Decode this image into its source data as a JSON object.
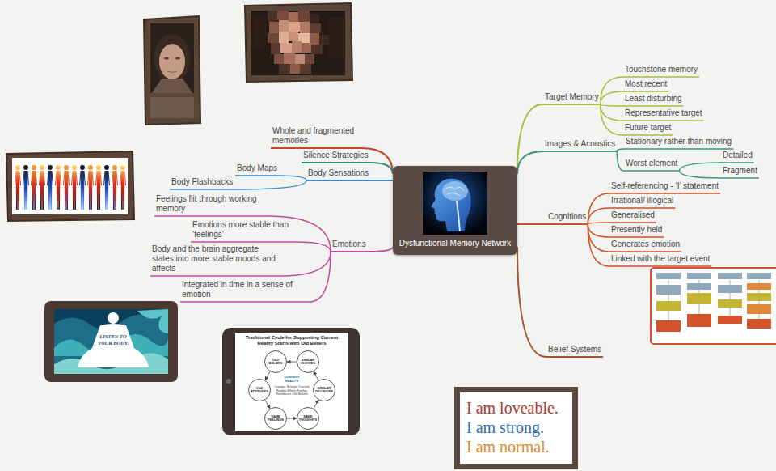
{
  "diagram": {
    "nodes": [
      {
        "text": [
          "Dysfunctional Memory Network"
        ]
      },
      {
        "text": [
          "Target Memory"
        ]
      },
      {
        "text": [
          "Touchstone memory"
        ]
      },
      {
        "text": [
          "Most recent"
        ]
      },
      {
        "text": [
          "Least disturbing"
        ]
      },
      {
        "text": [
          "Representative target"
        ]
      },
      {
        "text": [
          "Future target"
        ]
      },
      {
        "text": [
          "Images & Acoustics"
        ]
      },
      {
        "text": [
          "Stationary rather than moving"
        ]
      },
      {
        "text": [
          "Worst element"
        ]
      },
      {
        "text": [
          "Detailed"
        ]
      },
      {
        "text": [
          "Fragment"
        ]
      },
      {
        "text": [
          "Cognitions"
        ]
      },
      {
        "text": [
          "Self-referencing - ‘I’ statement"
        ]
      },
      {
        "text": [
          "Irrational/ illogical"
        ]
      },
      {
        "text": [
          "Generalised"
        ]
      },
      {
        "text": [
          "Presently held"
        ]
      },
      {
        "text": [
          "Generates emotion"
        ]
      },
      {
        "text": [
          "Linked with the target event"
        ]
      },
      {
        "text": [
          "Belief Systems"
        ]
      },
      {
        "text": [
          "Whole and fragmented memories"
        ]
      },
      {
        "text": [
          "Silence Strategies"
        ]
      },
      {
        "text": [
          "Body Sensations"
        ]
      },
      {
        "text": [
          "Body Maps"
        ]
      },
      {
        "text": [
          "Body Flashbacks"
        ]
      },
      {
        "text": [
          "Emotions"
        ]
      },
      {
        "text": [
          "Feelings flit through working memory"
        ]
      },
      {
        "text": [
          "Emotions more stable than ‘feelings’"
        ]
      },
      {
        "text": [
          "Body and the brain aggregate states into more stable moods and affects"
        ]
      },
      {
        "text": [
          "Integrated in time in a sense of emotion"
        ]
      },
      {
        "text": [
          "OLD BELIEFS"
        ]
      },
      {
        "text": [
          "OLD ATTITUDES"
        ]
      },
      {
        "text": [
          "SAME FEELINGS"
        ]
      },
      {
        "text": [
          "SAME THOUGHTS"
        ]
      },
      {
        "text": [
          "SIMILAR DECISIONS"
        ]
      },
      {
        "text": [
          "SIMILAR CHOICES"
        ]
      },
      {
        "text": [
          "I am loveable.",
          "I am strong.",
          "I am normal."
        ]
      }
    ],
    "edges": [
      {
        "from": 0,
        "to": 1,
        "arrow": "none"
      },
      {
        "from": 1,
        "to": 2,
        "arrow": "none"
      },
      {
        "from": 1,
        "to": 3,
        "arrow": "none"
      },
      {
        "from": 1,
        "to": 4,
        "arrow": "none"
      },
      {
        "from": 1,
        "to": 5,
        "arrow": "none"
      },
      {
        "from": 1,
        "to": 6,
        "arrow": "none"
      },
      {
        "from": 0,
        "to": 7,
        "arrow": "none"
      },
      {
        "from": 7,
        "to": 8,
        "arrow": "none"
      },
      {
        "from": 7,
        "to": 9,
        "arrow": "none"
      },
      {
        "from": 9,
        "to": 10,
        "arrow": "none"
      },
      {
        "from": 9,
        "to": 11,
        "arrow": "none"
      },
      {
        "from": 0,
        "to": 12,
        "arrow": "none"
      },
      {
        "from": 12,
        "to": 13,
        "arrow": "none"
      },
      {
        "from": 12,
        "to": 14,
        "arrow": "none"
      },
      {
        "from": 12,
        "to": 15,
        "arrow": "none"
      },
      {
        "from": 12,
        "to": 16,
        "arrow": "none"
      },
      {
        "from": 12,
        "to": 17,
        "arrow": "none"
      },
      {
        "from": 12,
        "to": 18,
        "arrow": "none"
      },
      {
        "from": 0,
        "to": 19,
        "arrow": "none"
      },
      {
        "from": 0,
        "to": 20,
        "arrow": "none"
      },
      {
        "from": 0,
        "to": 21,
        "arrow": "none"
      },
      {
        "from": 0,
        "to": 22,
        "arrow": "none"
      },
      {
        "from": 22,
        "to": 23,
        "arrow": "none"
      },
      {
        "from": 22,
        "to": 24,
        "arrow": "none"
      },
      {
        "from": 0,
        "to": 25,
        "arrow": "none"
      },
      {
        "from": 25,
        "to": 26,
        "arrow": "none"
      },
      {
        "from": 25,
        "to": 27,
        "arrow": "none"
      },
      {
        "from": 25,
        "to": 28,
        "arrow": "none"
      },
      {
        "from": 25,
        "to": 29,
        "arrow": "none"
      },
      {
        "from": 30,
        "to": 31,
        "arrow": "to"
      },
      {
        "from": 31,
        "to": 32,
        "arrow": "to"
      },
      {
        "from": 32,
        "to": 33,
        "arrow": "to"
      },
      {
        "from": 33,
        "to": 34,
        "arrow": "to"
      },
      {
        "from": 34,
        "to": 35,
        "arrow": "to"
      },
      {
        "from": 35,
        "to": 30,
        "arrow": "to"
      }
    ],
    "labels": [
      "LISTEN TO YOUR BODY.",
      "Traditional Cycle for Supporting Current Reality Starts with Old Beliefs",
      "CURRENT REALITY",
      "Causes Sustain Current Reality Which Further Reinforces Old Beliefs"
    ]
  }
}
